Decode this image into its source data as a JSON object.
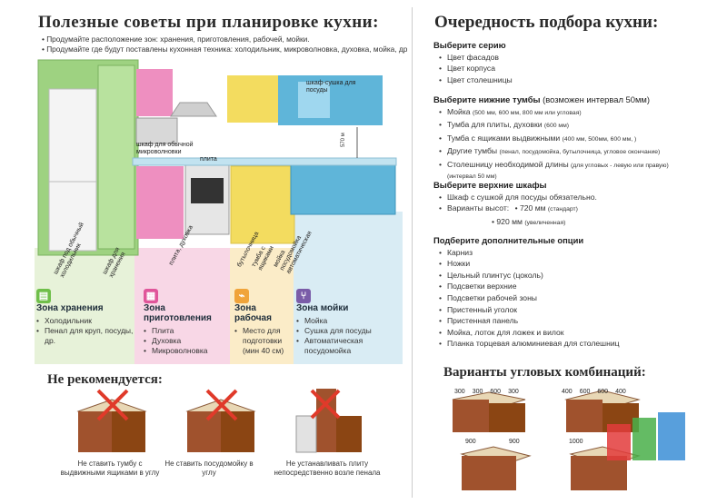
{
  "left": {
    "title": "Полезные советы при планировке кухни:",
    "tips": [
      "Продумайте расположение зон: хранения, приготовления, рабочей, мойки.",
      "Продумайте где будут поставлены кухонная техника: холодильник, микроволновка, духовка, мойка, др"
    ],
    "illustration_labels": {
      "dryer": "шкаф-сушка для посуды",
      "micro_cab": "шкаф для обычной микроволновки",
      "stove": "плита",
      "height": "570 м",
      "fridge_cab": "шкаф под обычный холодильник",
      "storage_cab": "шкаф для хранения",
      "stove_oven": "плита, духовка",
      "bottle": "бутылочница",
      "drawers": "тумба с ящиками",
      "dishwasher": "мойка посудомойка автоматическая"
    },
    "zones": [
      {
        "title": "Зона хранения",
        "color": "#6fbf4a",
        "icon": "storage-icon",
        "items": [
          "Холодильник",
          "Пенал для круп, посуды, др."
        ]
      },
      {
        "title": "Зона приготовления",
        "color": "#e0559a",
        "icon": "stove-icon",
        "items": [
          "Плита",
          "Духовка",
          "Микроволновка"
        ]
      },
      {
        "title": "Зона рабочая",
        "color": "#f0a43a",
        "icon": "knife-icon",
        "items": [
          "Место для подготовки (мин 40 см)"
        ]
      },
      {
        "title": "Зона мойки",
        "color": "#7a5ca8",
        "icon": "cutlery-icon",
        "items": [
          "Мойка",
          "Сушка для посуды",
          "Автоматическая посудомойка"
        ]
      }
    ],
    "not_recommended_title": "Не рекомендуется:",
    "not_recommended": [
      "Не ставить тумбу с выдвижными ящиками в углу",
      "Не ставить посудомойку в углу",
      "Не устанавливать плиту непосредственно возле пенала"
    ]
  },
  "right": {
    "title": "Очередность подбора кухни:",
    "series_heading": "Выберите серию",
    "series_items": [
      "Цвет фасадов",
      "Цвет корпуса",
      "Цвет столешницы"
    ],
    "lower_heading": "Выберите нижние тумбы",
    "lower_heading_note": "(возможен интервал 50мм)",
    "lower_items": [
      {
        "main": "Мойка",
        "note": "(500 мм, 600 мм, 800 мм или угловая)"
      },
      {
        "main": "Тумба для плиты, духовки",
        "note": "(600 мм)"
      },
      {
        "main": "Тумба с ящиками выдвижными",
        "note": "(400 мм, 500мм, 600 мм, )"
      },
      {
        "main": "Другие тумбы",
        "note": "(пенал, посудомойка, бутылочница, угловое окончание)"
      },
      {
        "main": "Столешницу необходимой длины",
        "note": "(для угловых - левую или правую)"
      }
    ],
    "lower_interval_note": "(интервал 50 мм)",
    "upper_heading": "Выберите верхние шкафы",
    "upper_items": [
      "Шкаф с сушкой для посуды обязательно.",
      "Варианты высот:"
    ],
    "heights": [
      {
        "value": "720 мм",
        "note": "(стандарт)"
      },
      {
        "value": "920 мм",
        "note": "(увеличенная)"
      }
    ],
    "options_heading": "Подберите дополнительные опции",
    "options": [
      "Карниз",
      "Ножки",
      "Цельный плинтус (цоколь)",
      "Подсветки верхние",
      "Подсветки рабочей зоны",
      "Пристенный уголок",
      "Пристенная панель",
      "Мойка, лоток для ложек и вилок",
      "Планка торцевая алюминиевая для столешниц"
    ],
    "variants_title": "Варианты угловых комбинаций:",
    "corner_dims_a": [
      "300",
      "300",
      "600",
      "300"
    ],
    "corner_dims_b": [
      "400",
      "600",
      "600",
      "400"
    ],
    "corner_dims_c": "900",
    "corner_dims_d": "900",
    "corner_dims_e": "1000"
  }
}
